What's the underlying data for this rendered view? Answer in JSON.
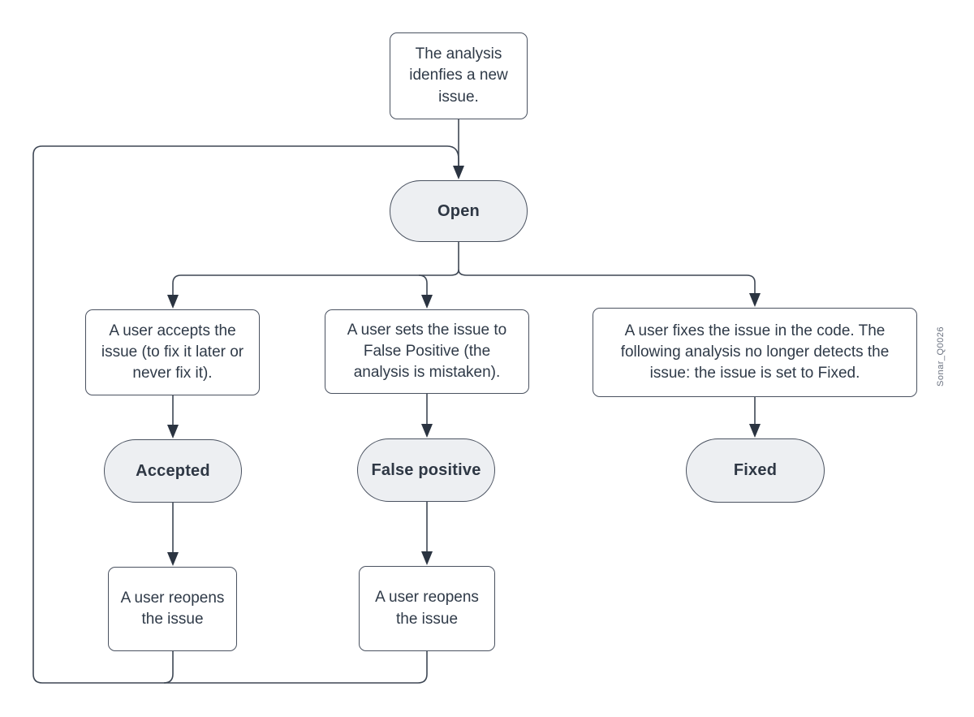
{
  "diagram": {
    "type": "flowchart",
    "watermark": "Sonar_Q0026",
    "colors": {
      "background": "#ffffff",
      "node_fill": "#ffffff",
      "status_pill_fill": "#edeff2",
      "border": "#4a5260",
      "edge_line": "#3e4754",
      "arrowhead": "#2b3441",
      "text": "#2f3a48",
      "watermark_text": "#6b7280"
    },
    "nodes": {
      "new_issue": {
        "label": "The analysis idenfies a new issue.",
        "shape": "rect"
      },
      "open": {
        "label": "Open",
        "shape": "stadium"
      },
      "accept_action": {
        "label": "A user accepts the issue (to fix it later or never fix it).",
        "shape": "rect"
      },
      "false_positive_action": {
        "label": "A user sets the issue to False Positive (the analysis is mistaken).",
        "shape": "rect"
      },
      "fix_action": {
        "label": "A user fixes the issue in the code. The following analysis no longer detects the issue: the issue is set to Fixed.",
        "shape": "rect"
      },
      "accepted": {
        "label": "Accepted",
        "shape": "stadium"
      },
      "false_positive": {
        "label": "False positive",
        "shape": "stadium"
      },
      "fixed": {
        "label": "Fixed",
        "shape": "stadium"
      },
      "reopen_left": {
        "label": "A user reopens the issue",
        "shape": "rect"
      },
      "reopen_right": {
        "label": "A user reopens the issue",
        "shape": "rect"
      }
    },
    "edges": [
      {
        "from": "new_issue",
        "to": "open"
      },
      {
        "from": "open",
        "to": "accept_action"
      },
      {
        "from": "open",
        "to": "false_positive_action"
      },
      {
        "from": "open",
        "to": "fix_action"
      },
      {
        "from": "accept_action",
        "to": "accepted"
      },
      {
        "from": "false_positive_action",
        "to": "false_positive"
      },
      {
        "from": "fix_action",
        "to": "fixed"
      },
      {
        "from": "accepted",
        "to": "reopen_left"
      },
      {
        "from": "false_positive",
        "to": "reopen_right"
      },
      {
        "from": "reopen_left",
        "to": "open"
      },
      {
        "from": "reopen_right",
        "to": "open"
      }
    ]
  }
}
